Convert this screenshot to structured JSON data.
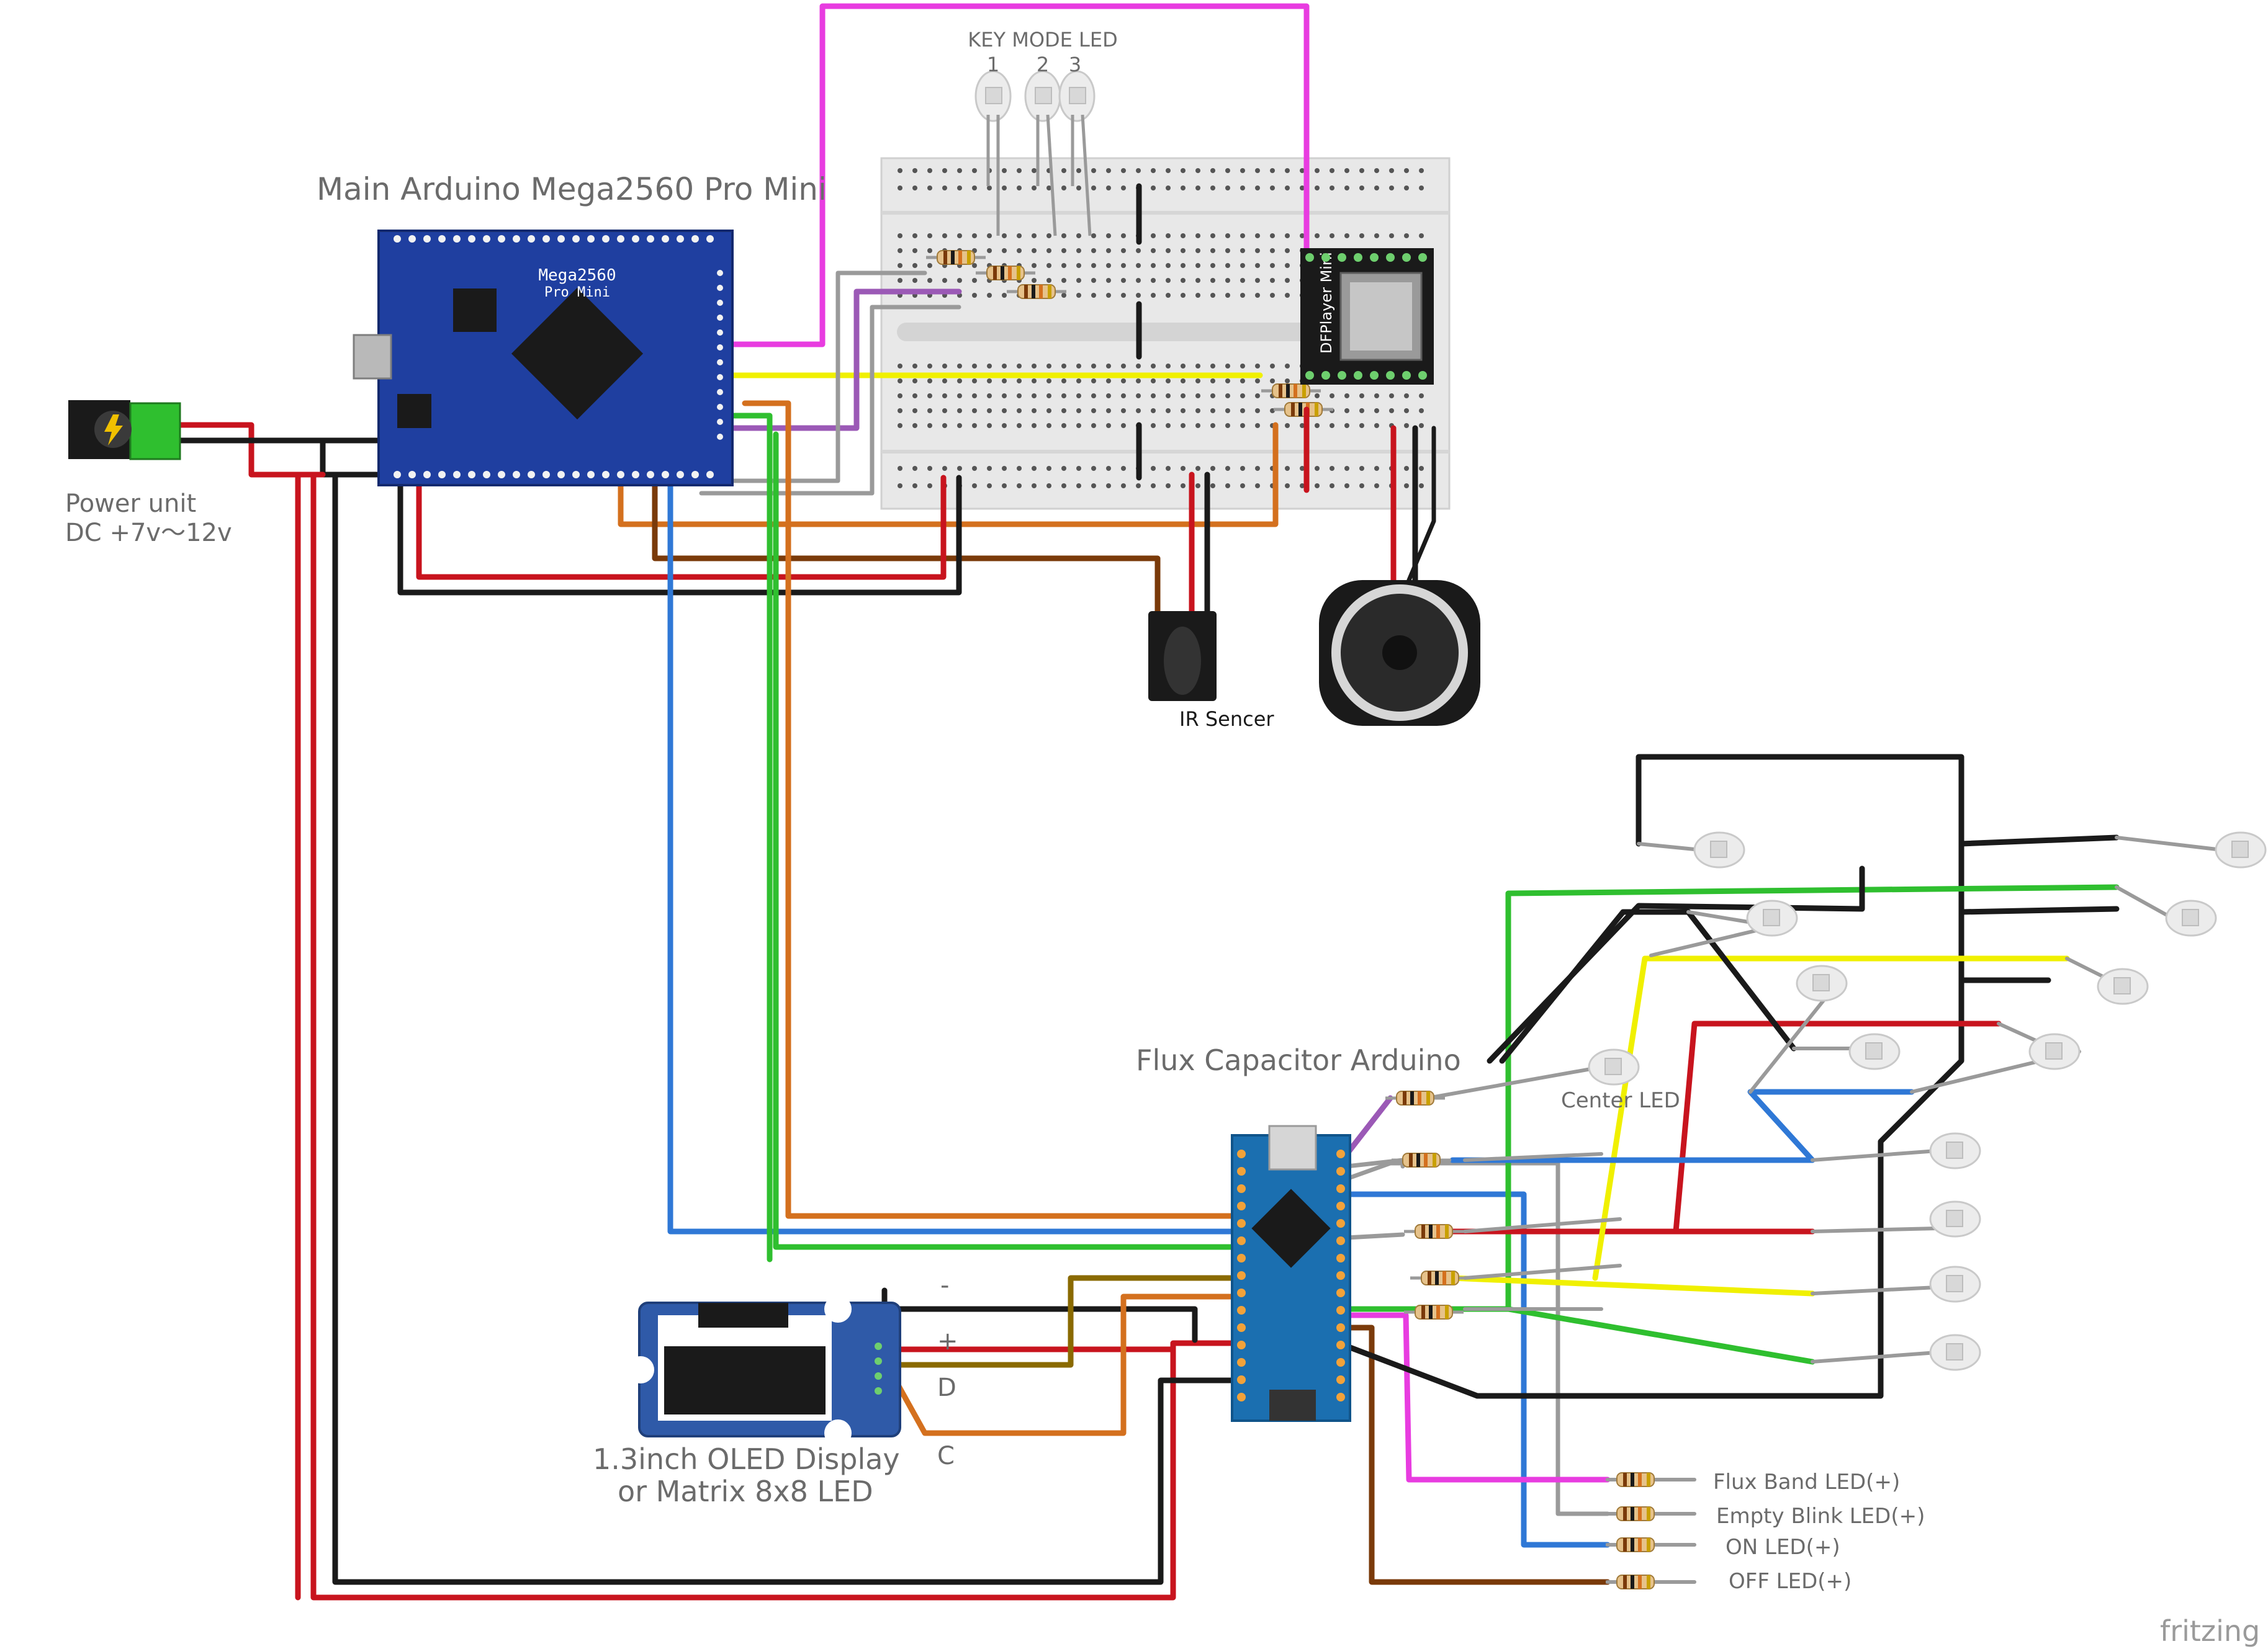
{
  "labels": {
    "key_mode_led": "KEY MODE LED",
    "led_1": "1",
    "led_2": "2",
    "led_3": "3",
    "main_arduino": "Main Arduino Mega2560 Pro Mini",
    "power_unit": "Power unit",
    "power_spec": "DC +7v〜12v",
    "ir_sensor": "IR Sencer",
    "flux_arduino": "Flux Capacitor Arduino",
    "center_led": "Center LED",
    "oled_line1": "1.3inch OLED Display",
    "oled_line2": "or  Matrix 8x8 LED",
    "pin_minus": "-",
    "pin_plus": "+",
    "pin_d": "D",
    "pin_c": "C",
    "flux_band_led": "Flux Band LED(+)",
    "empty_blink_led": "Empty Blink LED(+)",
    "on_led": "ON LED(+)",
    "off_led": "OFF LED(+)",
    "watermark": "fritzing",
    "mega_chip_title": "Mega2560",
    "mega_chip_sub": "Pro Mini",
    "dfplayer": "DFPlayer Mini"
  },
  "colors": {
    "wire_red": "#c8141e",
    "wire_black": "#1a1a1a",
    "wire_green": "#2fbf2f",
    "wire_yellow": "#f0f000",
    "wire_blue": "#2f78d6",
    "wire_orange": "#d4701e",
    "wire_magenta": "#e83ce0",
    "wire_brown": "#7a3a0a",
    "wire_gray": "#9a9a9a",
    "wire_purple": "#9b59b6",
    "board_blue": "#1f3fa0",
    "nano_blue": "#1b6fb0",
    "breadboard": "#e6e6e6"
  }
}
